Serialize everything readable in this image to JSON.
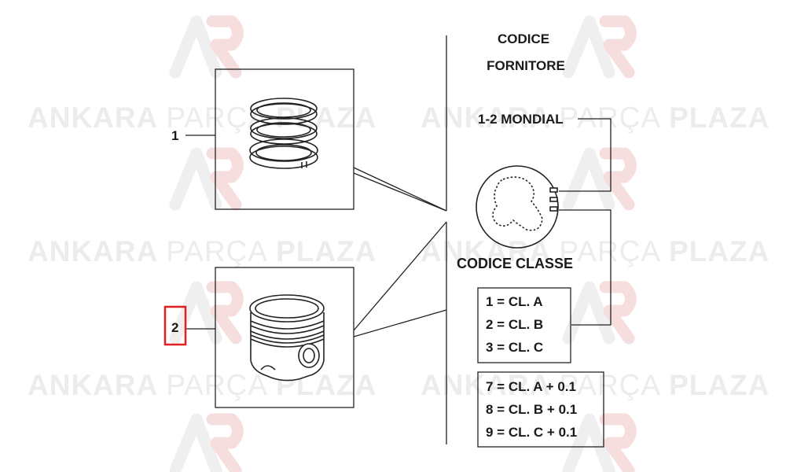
{
  "watermark": {
    "word1": "ANKARA",
    "word2": "PARÇA",
    "word3": "PLAZA"
  },
  "callouts": {
    "item1": "1",
    "item2": "2"
  },
  "header": {
    "line1": "CODICE",
    "line2": "FORNITORE"
  },
  "supplier_label": "1-2 MONDIAL",
  "class_header": "CODICE  CLASSE",
  "class_table": [
    "1 =  CL. A",
    "2 =  CL. B",
    "3 =  CL. C"
  ],
  "oversize_table": [
    "7 =  CL. A + 0.1",
    "8 =  CL. B + 0.1",
    "9 =  CL. C + 0.1"
  ],
  "colors": {
    "highlight": "#e02020",
    "line": "#222222",
    "watermark": "#ececec"
  }
}
